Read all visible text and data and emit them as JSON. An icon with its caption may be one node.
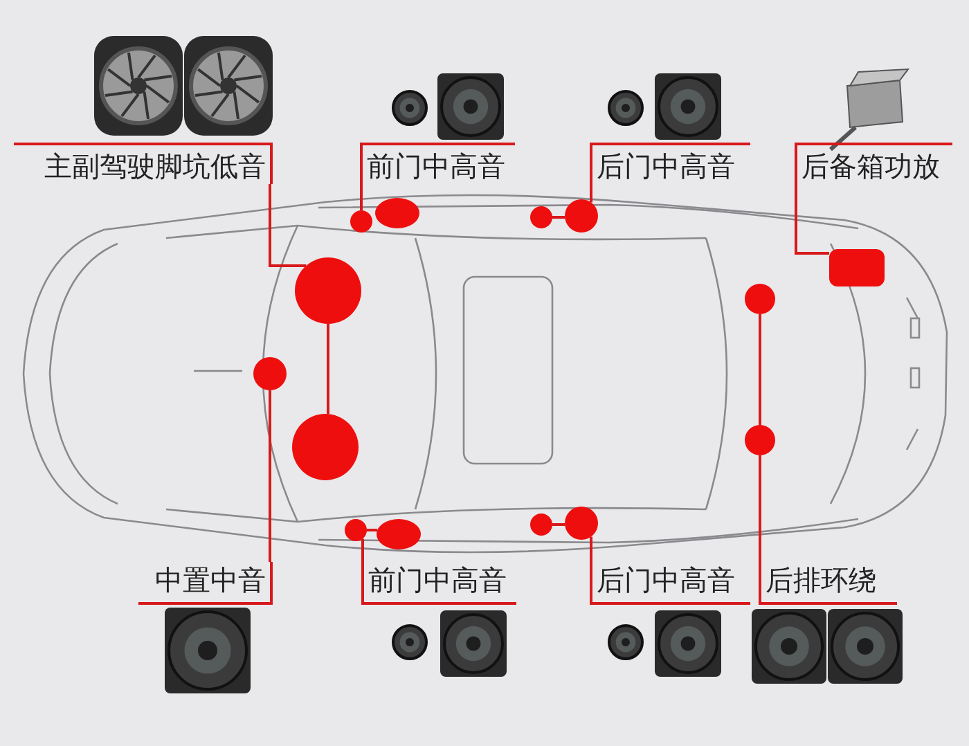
{
  "diagram": {
    "nodes": [
      {
        "text": [
          "主副驾驶脚坑低音"
        ]
      },
      {
        "text": [],
        "shape": "circle"
      },
      {
        "text": [],
        "shape": "circle"
      },
      {
        "text": [
          "中置中音"
        ]
      },
      {
        "text": [],
        "shape": "circle"
      },
      {
        "text": [
          "前门中高音"
        ]
      },
      {
        "text": [],
        "shape": "circle"
      },
      {
        "text": [],
        "shape": "ellipse"
      },
      {
        "text": [
          "后门中高音"
        ]
      },
      {
        "text": [],
        "shape": "circle"
      },
      {
        "text": [],
        "shape": "circle"
      },
      {
        "text": [
          "后备箱功放"
        ]
      },
      {
        "text": [],
        "shape": "box"
      },
      {
        "text": [
          "前门中高音"
        ]
      },
      {
        "text": [],
        "shape": "circle"
      },
      {
        "text": [],
        "shape": "ellipse"
      },
      {
        "text": [
          "后门中高音"
        ]
      },
      {
        "text": [],
        "shape": "circle"
      },
      {
        "text": [],
        "shape": "circle"
      },
      {
        "text": [
          "后排环绕"
        ]
      },
      {
        "text": [],
        "shape": "circle"
      },
      {
        "text": [],
        "shape": "circle"
      }
    ],
    "edges": [
      {
        "from": 0,
        "to": 1,
        "arrow": "none"
      },
      {
        "from": 1,
        "to": 2,
        "arrow": "none"
      },
      {
        "from": 3,
        "to": 4,
        "arrow": "none"
      },
      {
        "from": 5,
        "to": 6,
        "arrow": "none"
      },
      {
        "from": 8,
        "to": 10,
        "arrow": "none"
      },
      {
        "from": 9,
        "to": 10,
        "arrow": "none"
      },
      {
        "from": 11,
        "to": 12,
        "arrow": "none"
      },
      {
        "from": 13,
        "to": 14,
        "arrow": "none"
      },
      {
        "from": 14,
        "to": 15,
        "arrow": "none"
      },
      {
        "from": 16,
        "to": 18,
        "arrow": "none"
      },
      {
        "from": 17,
        "to": 18,
        "arrow": "none"
      },
      {
        "from": 19,
        "to": 21,
        "arrow": "none"
      },
      {
        "from": 21,
        "to": 20,
        "arrow": "none"
      }
    ]
  }
}
